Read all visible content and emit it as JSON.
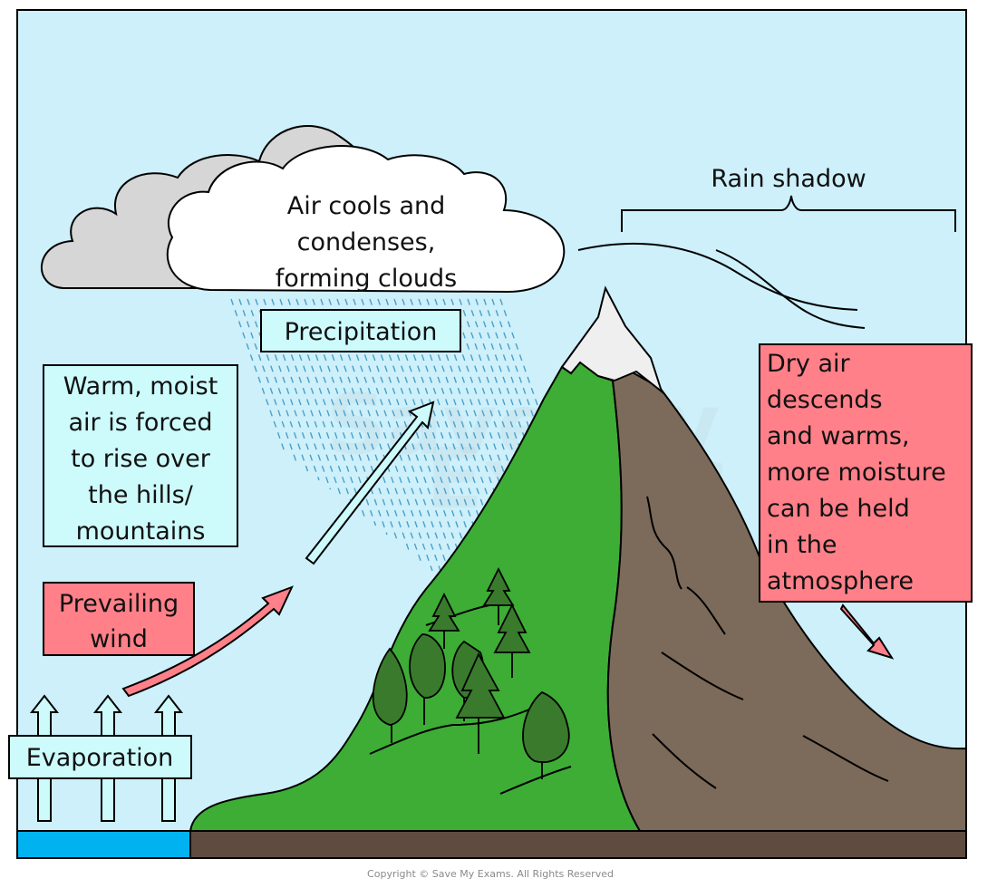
{
  "diagram": {
    "cloud_text": [
      "Air cools and",
      "condenses,",
      "forming clouds"
    ],
    "precipitation_label": "Precipitation",
    "rain_shadow_label": "Rain shadow",
    "warm_air_text": [
      "Warm, moist",
      "air is forced",
      "to rise over",
      "the hills/",
      "mountains"
    ],
    "prevailing_wind_text": [
      "Prevailing",
      "wind"
    ],
    "evaporation_label": "Evaporation",
    "dry_air_text": [
      "Dry air",
      "descends",
      "and warms,",
      "more moisture",
      "can be held",
      "in the",
      "atmosphere"
    ],
    "watermark": [
      "Save My",
      "Exams"
    ],
    "copyright": "Copyright © Save My Exams. All Rights Reserved"
  },
  "colors": {
    "sky": "#cdf0fb",
    "cyan_box": "#cdfbfc",
    "pink_box": "#ff8089",
    "wind_arrow": "#ff8089",
    "water": "#00b2ef",
    "ground": "#5e4c40",
    "mountain_green": "#3dad35",
    "mountain_brown": "#7c6b5a",
    "snow": "#efefef",
    "cloud_white": "#ffffff",
    "cloud_grey": "#d6d6d6",
    "tree": "#3a7a2d"
  }
}
